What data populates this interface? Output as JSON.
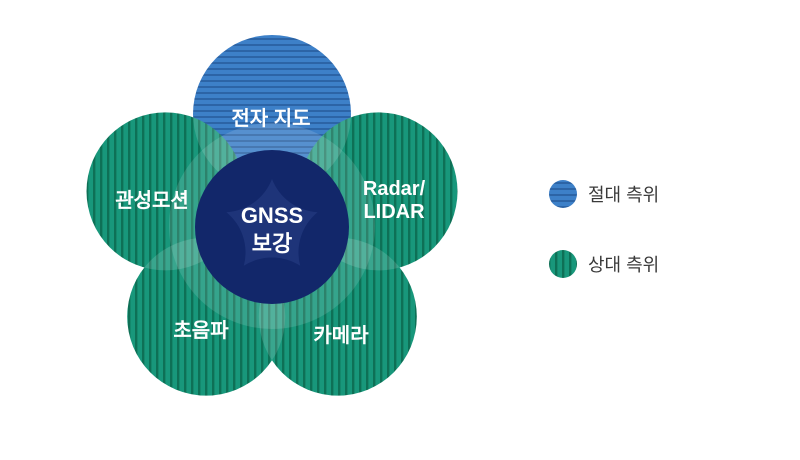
{
  "colors": {
    "background": "#ffffff",
    "blue_base": "#3d80c8",
    "blue_stripe": "#2c64a6",
    "green_base": "#18977b",
    "green_stripe": "#0e7056",
    "navy": "#12276a",
    "navy_star": "#1e3479",
    "petal_text": "#ffffff",
    "legend_text": "#3a3a3a",
    "overlap_highlight": "#ffffff"
  },
  "diagram": {
    "center": {
      "line1": "GNSS",
      "line2": "보강"
    },
    "petals": {
      "top": {
        "label": "전자 지도",
        "category": "absolute"
      },
      "upper_left": {
        "label": "관성모션",
        "category": "relative"
      },
      "upper_right": {
        "label": "Radar/LIDAR",
        "line1": "Radar/",
        "line2": "LIDAR",
        "category": "relative"
      },
      "lower_left": {
        "label": "초음파",
        "category": "relative"
      },
      "lower_right": {
        "label": "카메라",
        "category": "relative"
      }
    }
  },
  "legend": {
    "items": [
      {
        "label": "절대 측위",
        "swatch": "absolute-blue-horizontal-stripes"
      },
      {
        "label": "상대 측위",
        "swatch": "relative-green-vertical-stripes"
      }
    ]
  }
}
